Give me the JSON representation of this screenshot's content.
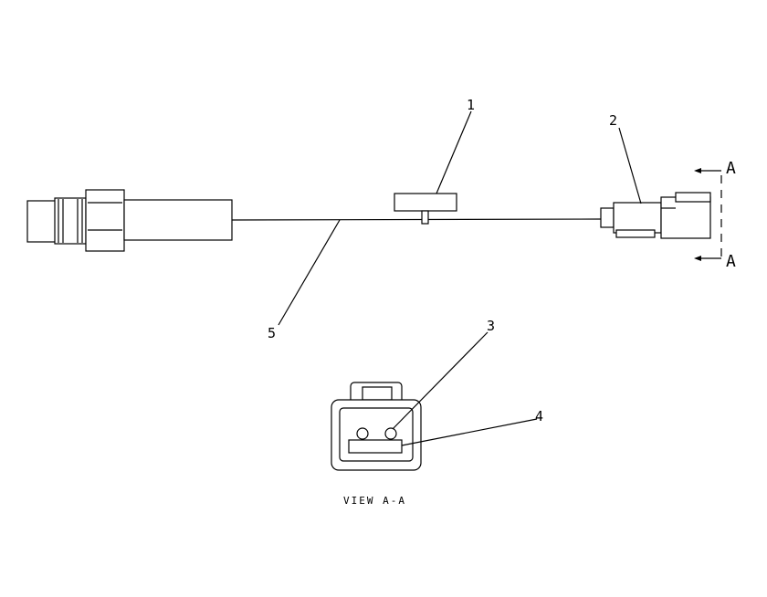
{
  "diagram": {
    "callouts": [
      "1",
      "2",
      "3",
      "4",
      "5"
    ],
    "section_marker": "A",
    "view_label": "VIEW A-A"
  }
}
